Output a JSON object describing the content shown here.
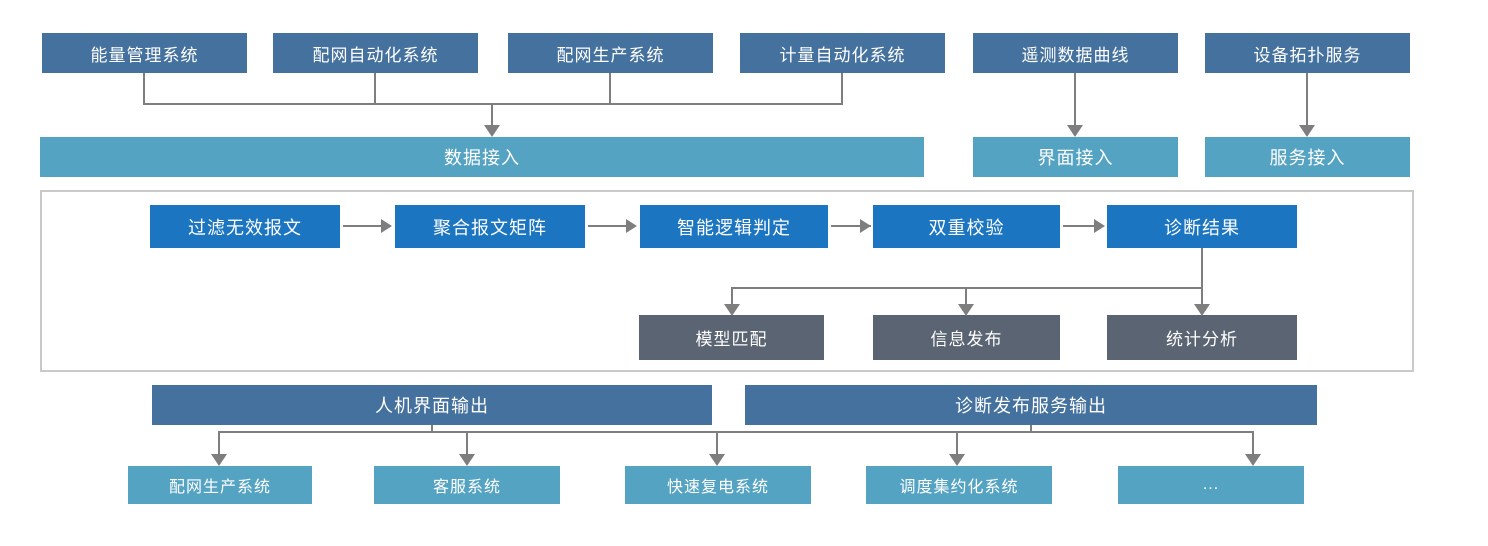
{
  "diagram": {
    "sources": [
      {
        "label": "能量管理系统"
      },
      {
        "label": "配网自动化系统"
      },
      {
        "label": "配网生产系统"
      },
      {
        "label": "计量自动化系统"
      },
      {
        "label": "遥测数据曲线"
      },
      {
        "label": "设备拓扑服务"
      }
    ],
    "access": {
      "data": "数据接入",
      "ui": "界面接入",
      "service": "服务接入"
    },
    "pipeline": [
      {
        "label": "过滤无效报文"
      },
      {
        "label": "聚合报文矩阵"
      },
      {
        "label": "智能逻辑判定"
      },
      {
        "label": "双重校验"
      },
      {
        "label": "诊断结果"
      }
    ],
    "diagnosis_outputs": [
      {
        "label": "模型匹配"
      },
      {
        "label": "信息发布"
      },
      {
        "label": "统计分析"
      }
    ],
    "output_buses": {
      "hmi": "人机界面输出",
      "service": "诊断发布服务输出"
    },
    "consumers": [
      {
        "label": "配网生产系统"
      },
      {
        "label": "客服系统"
      },
      {
        "label": "快速复电系统"
      },
      {
        "label": "调度集约化系统"
      },
      {
        "label": "..."
      }
    ]
  },
  "colors": {
    "source_box": "#44719E",
    "access_bar": "#55A3C2",
    "pipeline_box": "#1B75C0",
    "result_box": "#5A6472",
    "output_bar": "#44719E",
    "consumer_box": "#55A3C2",
    "connector": "#7E7E7E",
    "frame_border": "#C9C9C9"
  }
}
